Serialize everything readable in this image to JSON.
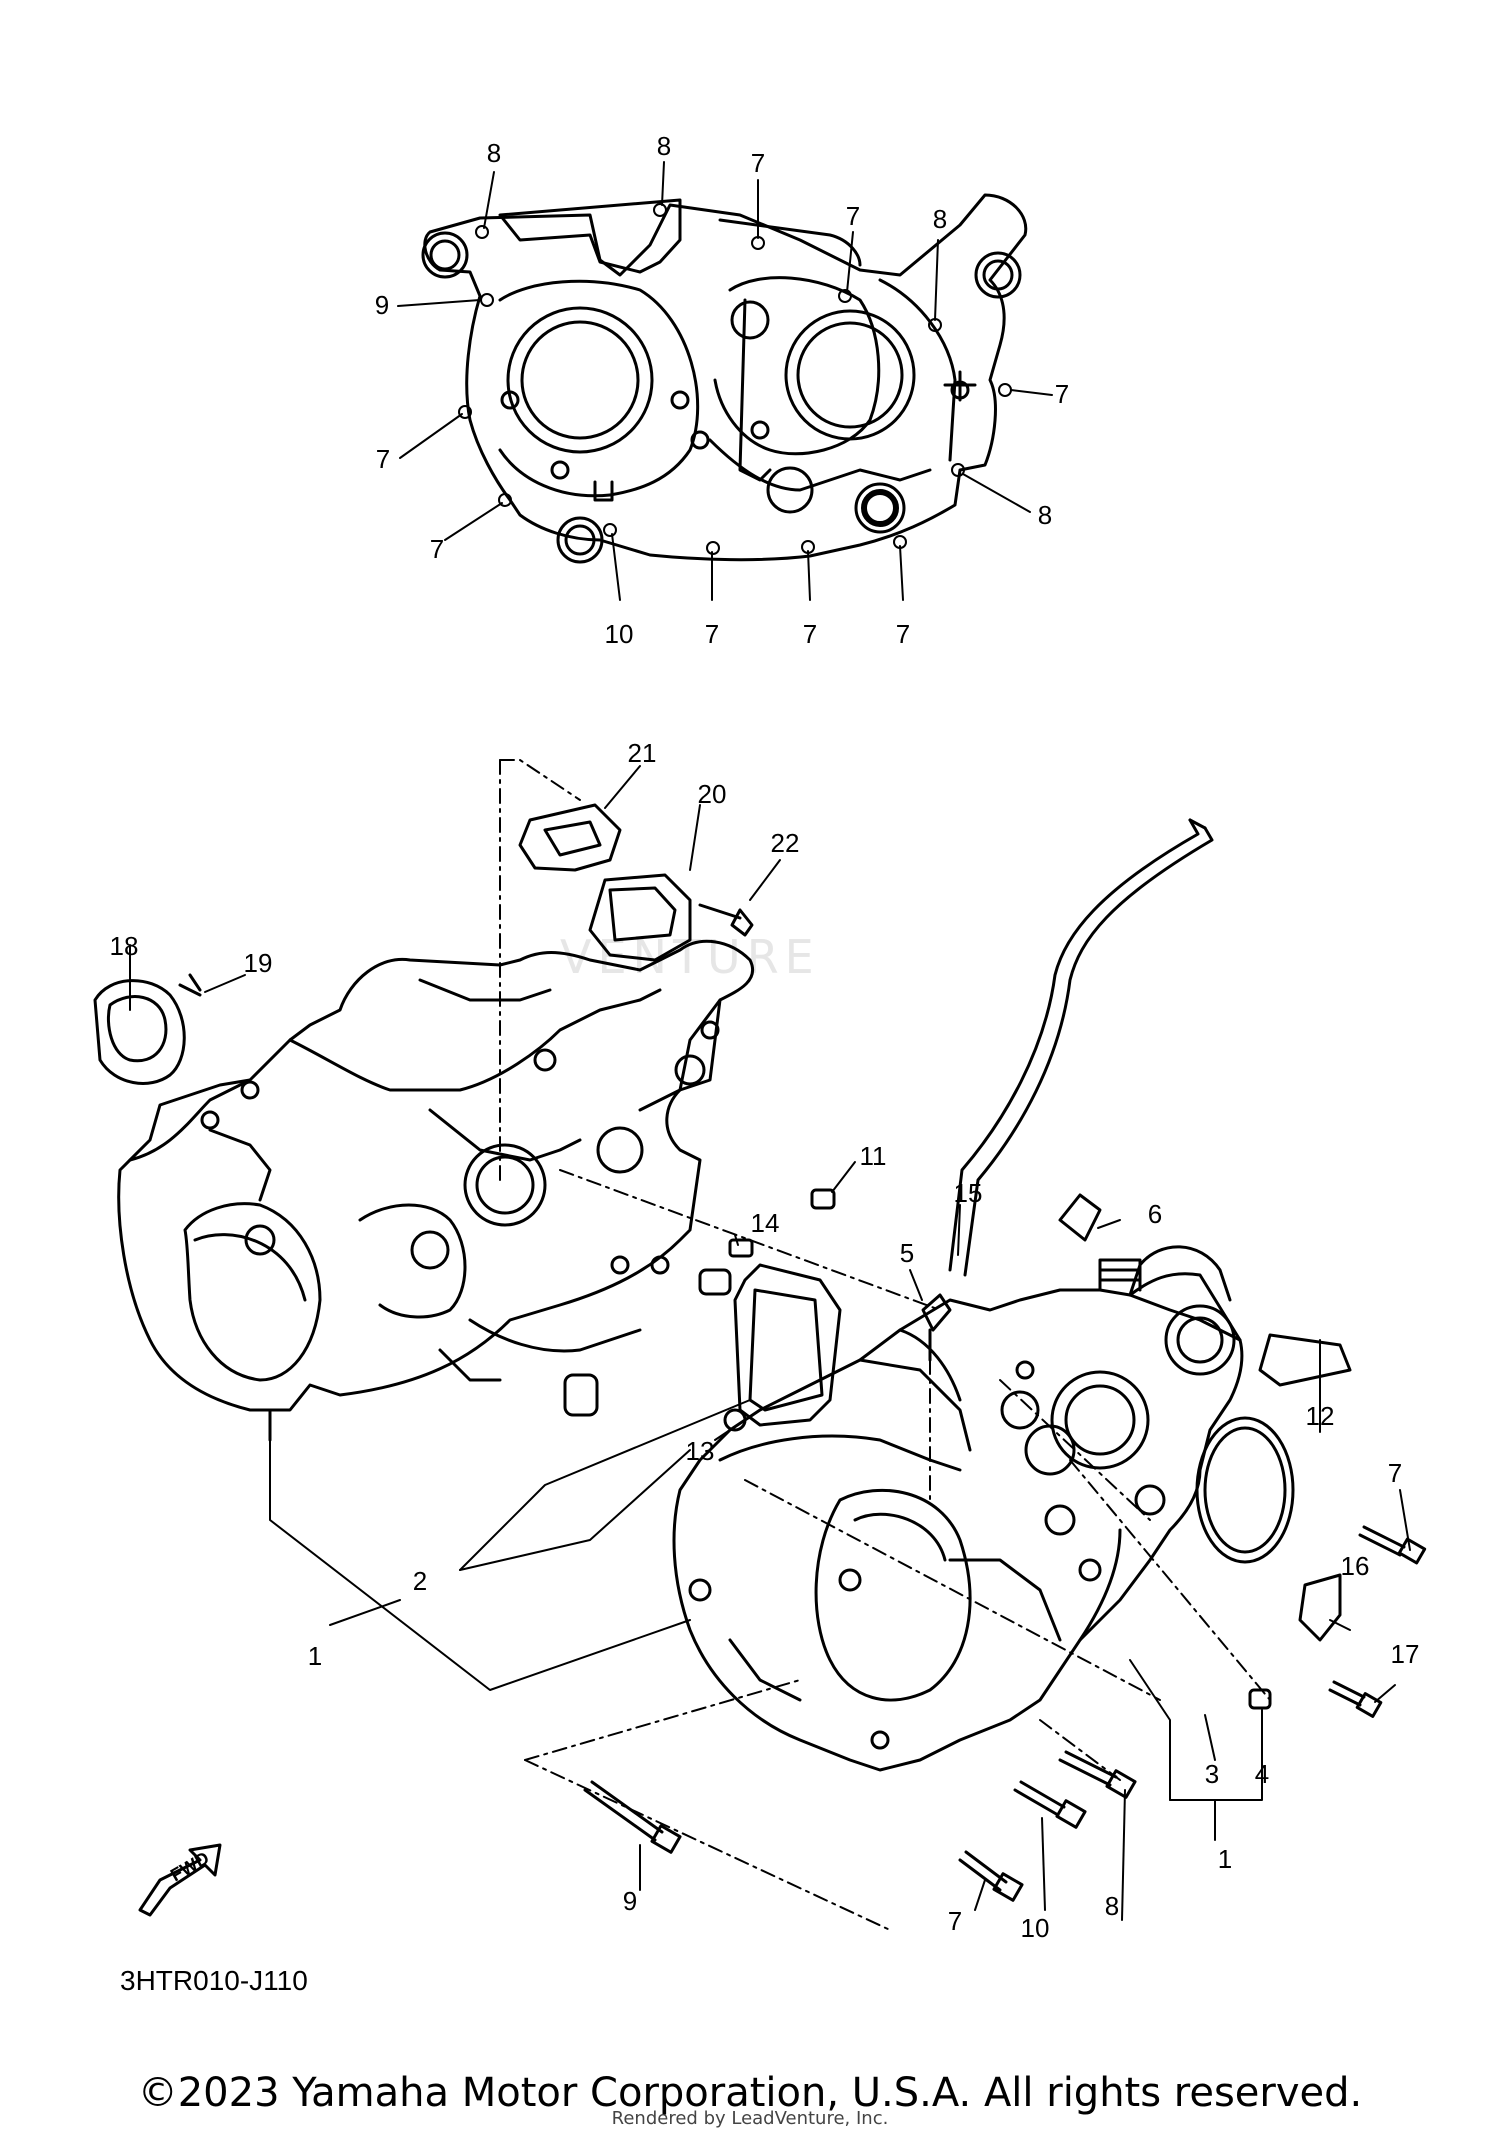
{
  "diagram": {
    "drawing_code": "3HTR010-J110",
    "fwd_label": "FWD",
    "watermark": "VENTURE",
    "top_view_callouts": [
      "8",
      "8",
      "7",
      "7",
      "8",
      "9",
      "7",
      "7",
      "7",
      "8",
      "10",
      "7",
      "7",
      "7"
    ],
    "main_view_callouts": [
      "21",
      "20",
      "22",
      "18",
      "19",
      "11",
      "15",
      "6",
      "14",
      "5",
      "13",
      "12",
      "7",
      "2",
      "1",
      "16",
      "17",
      "3",
      "4",
      "1",
      "9",
      "7",
      "10",
      "8"
    ]
  },
  "footer": {
    "copyright": "©2023 Yamaha Motor Corporation, U.S.A. All rights reserved.",
    "rendered_by": "Rendered by LeadVenture, Inc."
  }
}
